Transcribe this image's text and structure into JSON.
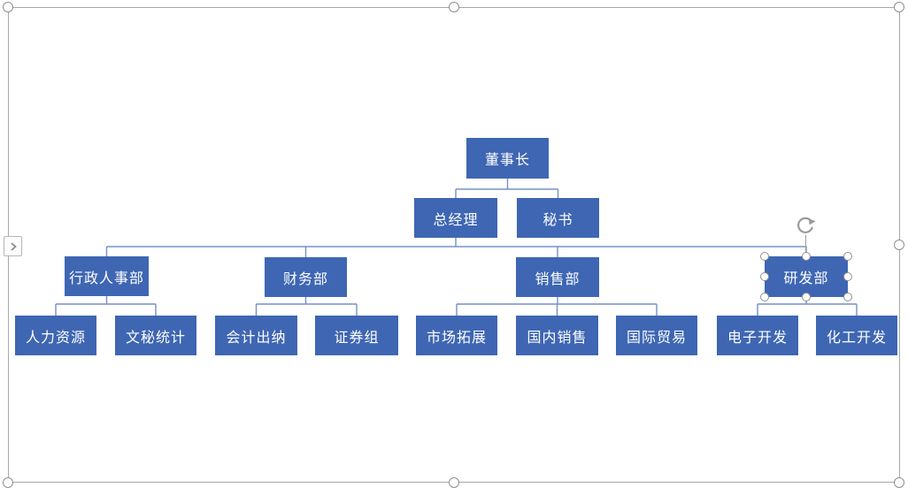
{
  "colors": {
    "node_fill": "#3e66b3",
    "node_text": "#ffffff",
    "connector": "#7590c5",
    "frame": "#a8a8a8",
    "handle_border": "#8f8f8f"
  },
  "diagram": {
    "type": "org-chart",
    "nodes": [
      {
        "id": "chairman",
        "label": "董事长",
        "level": 1,
        "parent": null
      },
      {
        "id": "general-manager",
        "label": "总经理",
        "level": 2,
        "parent": "董事长"
      },
      {
        "id": "secretary",
        "label": "秘书",
        "level": 2,
        "parent": "董事长"
      },
      {
        "id": "admin-hr-dept",
        "label": "行政人事部",
        "level": 3,
        "parent": "总经理"
      },
      {
        "id": "finance-dept",
        "label": "财务部",
        "level": 3,
        "parent": "总经理"
      },
      {
        "id": "sales-dept",
        "label": "销售部",
        "level": 3,
        "parent": "总经理"
      },
      {
        "id": "rd-dept",
        "label": "研发部",
        "level": 3,
        "parent": "总经理",
        "selected": true
      },
      {
        "id": "human-resources",
        "label": "人力资源",
        "level": 4,
        "parent": "行政人事部"
      },
      {
        "id": "secretarial-statistics",
        "label": "文秘统计",
        "level": 4,
        "parent": "行政人事部"
      },
      {
        "id": "accounting-cashier",
        "label": "会计出纳",
        "level": 4,
        "parent": "财务部"
      },
      {
        "id": "securities-group",
        "label": "证券组",
        "level": 4,
        "parent": "财务部"
      },
      {
        "id": "market-expansion",
        "label": "市场拓展",
        "level": 4,
        "parent": "销售部"
      },
      {
        "id": "domestic-sales",
        "label": "国内销售",
        "level": 4,
        "parent": "销售部"
      },
      {
        "id": "international-trade",
        "label": "国际贸易",
        "level": 4,
        "parent": "销售部"
      },
      {
        "id": "electronic-development",
        "label": "电子开发",
        "level": 4,
        "parent": "研发部"
      },
      {
        "id": "chemical-development",
        "label": "化工开发",
        "level": 4,
        "parent": "研发部"
      }
    ]
  },
  "selection": {
    "selected_node_label": "研发部",
    "frame_handles": [
      "top-left",
      "top-center",
      "top-right",
      "right-center",
      "bottom-right",
      "bottom-center",
      "bottom-left"
    ],
    "node_handles": [
      "top-left",
      "top-center",
      "top-right",
      "left-center",
      "right-center",
      "bottom-left",
      "bottom-center",
      "bottom-right"
    ],
    "rotate_icon": "rotate-handle"
  },
  "controls": {
    "text_pane_toggle_icon": "chevron-right"
  }
}
